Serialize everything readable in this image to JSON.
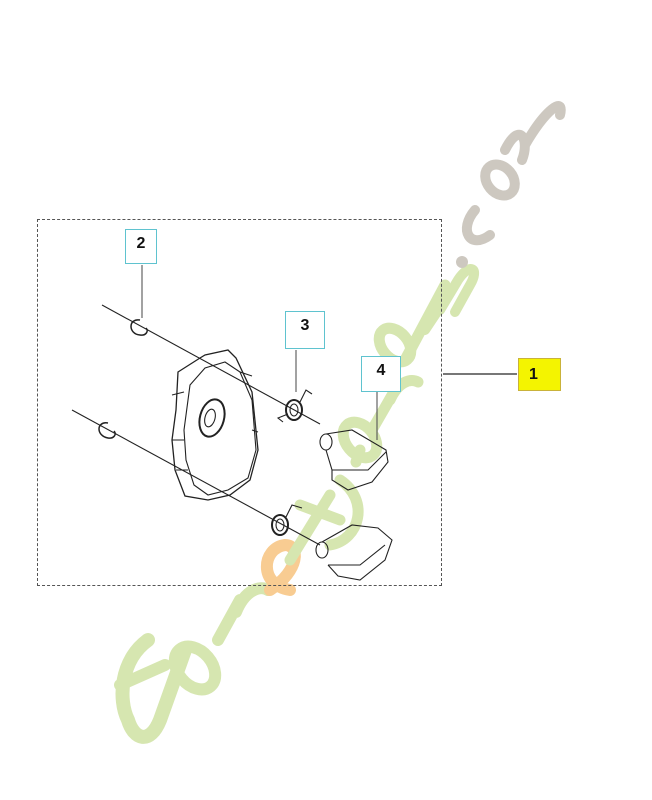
{
  "diagram": {
    "title": "Clutch assembly exploded parts view",
    "colors": {
      "line": "#222222",
      "dash": "#555555",
      "callout_border": "#5fc3cf",
      "main_callout_fill": "#f4f400",
      "main_callout_border": "#c9b23a",
      "watermark_green": "#d6e6b0",
      "watermark_orange": "#f8cc92",
      "watermark_grey": "#cdc8c0"
    },
    "callouts": [
      {
        "id": "1",
        "label": "1",
        "part": "clutch-assembly",
        "highlight": true
      },
      {
        "id": "2",
        "label": "2",
        "part": "retaining-clip"
      },
      {
        "id": "3",
        "label": "3",
        "part": "clutch-spring"
      },
      {
        "id": "4",
        "label": "4",
        "part": "clutch-shoe"
      }
    ],
    "parts": [
      {
        "name": "clutch-hub",
        "label": ""
      },
      {
        "name": "retaining-clip-upper"
      },
      {
        "name": "retaining-clip-lower"
      },
      {
        "name": "spring-upper"
      },
      {
        "name": "spring-lower"
      },
      {
        "name": "shoe-upper"
      },
      {
        "name": "shoe-lower"
      }
    ],
    "watermark": {
      "text_part1": "for",
      "text_part2": "e",
      "text_part3": "tjardin",
      "text_part4": ".com"
    }
  }
}
